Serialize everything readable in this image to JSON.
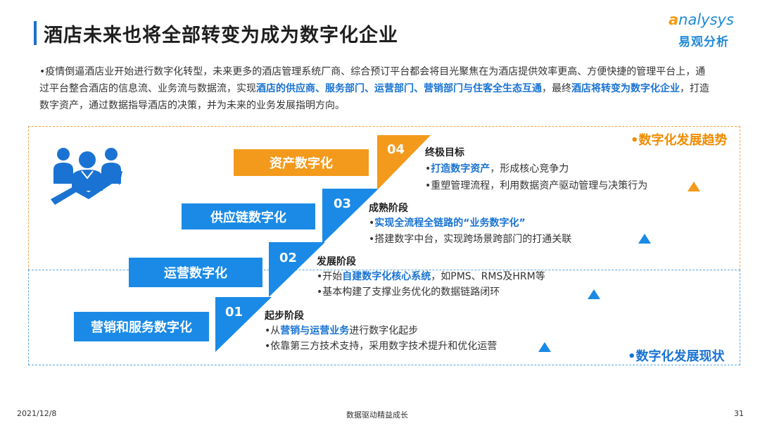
{
  "header": {
    "title": "酒店未来也将全部转变为成为数字化企业",
    "logo_en_a": "a",
    "logo_en_rest": "nalysys",
    "logo_cn": "易观分析"
  },
  "intro": {
    "bullet": "•",
    "p1": "疫情倒逼酒店业开始进行数字化转型，未来更多的酒店管理系统厂商、综合预订平台都会将目光聚焦在为酒店提供效率更高、方便快捷的管理平台上，通过平台整合酒店的信息流、业务流与数据流，实现",
    "h1": "酒店的供应商、服务部门、运营部门、营销部门与住客全生态互通",
    "p2": "，最终",
    "h2": "酒店将转变为数字化企业",
    "p3": "，打造数字资产，通过数据指导酒店的决策，并为未来的业务发展指明方向。"
  },
  "labels": {
    "trend": "•数字化发展趋势",
    "status": "•数字化发展现状"
  },
  "stages": [
    {
      "box": "营销和服务数字化",
      "num": "01",
      "title": "起步阶段",
      "b1_pre": "•从",
      "b1_hl": "营销与运营业务",
      "b1_post": "进行数字化起步",
      "b2": "•依靠第三方技术支持，采用数字技术提升和优化运营"
    },
    {
      "box": "运营数字化",
      "num": "02",
      "title": "发展阶段",
      "b1_pre": "•开始",
      "b1_hl": "自建数字化核心系统",
      "b1_post": "，如PMS、RMS及HRM等",
      "b2": "•基本构建了支撑业务优化的数据链路闭环"
    },
    {
      "box": "供应链数字化",
      "num": "03",
      "title": "成熟阶段",
      "b1_pre": "•",
      "b1_hl": "实现全流程全链路的“业务数字化”",
      "b1_post": "",
      "b2": "•搭建数字中台，实现跨场景跨部门的打通关联"
    },
    {
      "box": "资产数字化",
      "num": "04",
      "title": "终极目标",
      "b1_pre": "•",
      "b1_hl": "打造数字资产",
      "b1_post": "，形成核心竞争力",
      "b2": "•重塑管理流程，利用数据资产驱动管理与决策行为"
    }
  ],
  "colors": {
    "blue": "#1a8ae6",
    "orange": "#f39a1c",
    "title_bar": "#1f6fc8"
  },
  "footer": {
    "date": "2021/12/8",
    "center": "数据驱动精益成长",
    "page": "31"
  }
}
